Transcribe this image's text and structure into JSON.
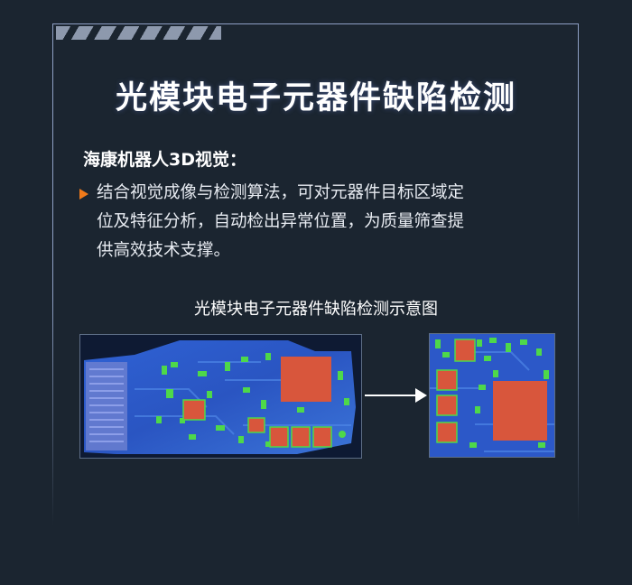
{
  "header": {
    "title": "光模块电子元器件缺陷检测"
  },
  "section": {
    "subtitle": "海康机器人3D视觉：",
    "description_lines": [
      "结合视觉成像与检测算法，可对元器件目标区域定",
      "位及特征分析，自动检出异常位置，为质量筛查提",
      "供高效技术支撑。"
    ]
  },
  "figure": {
    "caption": "光模块电子元器件缺陷检测示意图"
  },
  "colors": {
    "background": "#1b2530",
    "accent": "#f07a1a",
    "frame": "#8ea0c4",
    "board_blue": "#2c58c8",
    "component_red": "#d8563c",
    "highlight_green": "#4ed84a"
  }
}
